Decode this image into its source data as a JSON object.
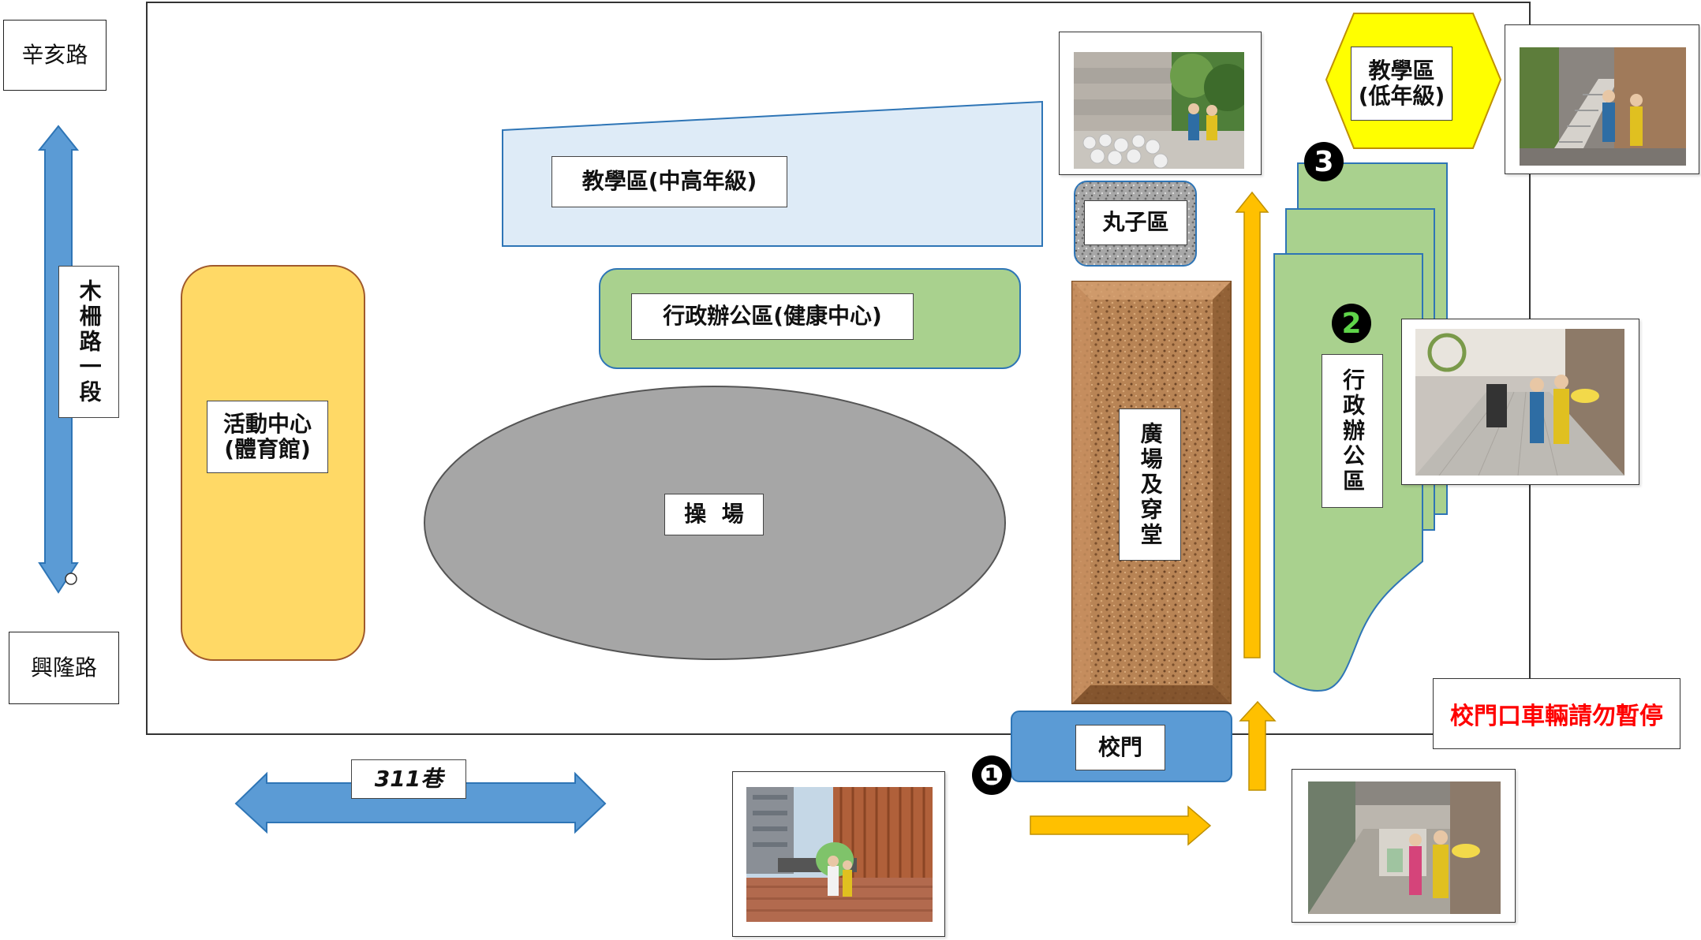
{
  "roads": {
    "xinhai": "辛亥路",
    "xinglong": "興隆路",
    "muzha": "木柵路一段",
    "lane311": "311巷"
  },
  "zones": {
    "teaching_mid_high": "教學區(中高年級)",
    "admin_health": "行政辦公區(健康中心)",
    "activity_center": "活動中心\n(體育館)",
    "playground": "操  場",
    "plaza": "廣場及穿堂",
    "ball_area": "丸子區",
    "teaching_low": "教學區\n(低年級)",
    "admin_office": "行政辦公區",
    "gate": "校門"
  },
  "notice": "校門口車輛請勿暫停",
  "markers": [
    "❶",
    "2",
    "3"
  ],
  "colors": {
    "road_arrow": "#5b9bd5",
    "route_arrow": "#ffc000",
    "activity": "#ffd966",
    "admin": "#a9d18e",
    "teaching_mid_high": "#deebf7",
    "teaching_low": "#ffff00",
    "playground": "#a6a6a6",
    "plaza": "#b07a4c",
    "gate": "#5b9bd5",
    "notice_text": "#ff0000"
  }
}
